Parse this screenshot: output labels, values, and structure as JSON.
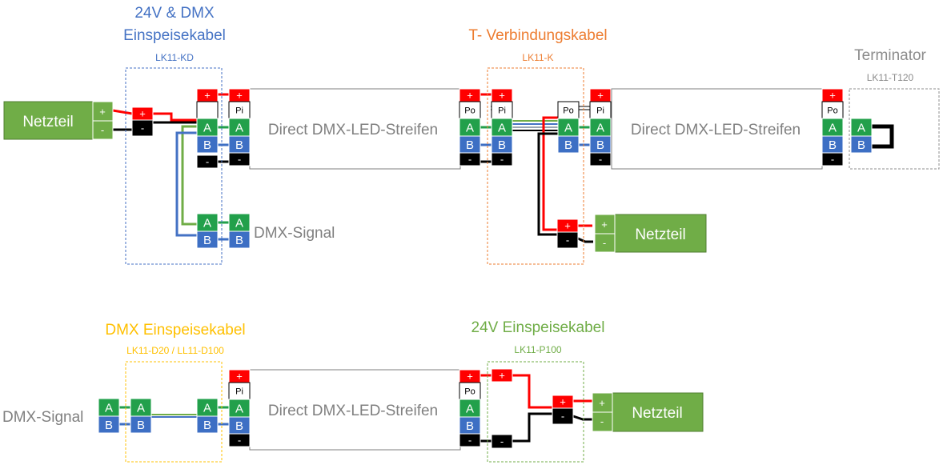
{
  "colors": {
    "plus": "#ff0000",
    "minus": "#000000",
    "a": "#22a04b",
    "b": "#3d6fc4",
    "psu": "#70ad47",
    "blue_title": "#4472c4",
    "orange_title": "#ed7d31",
    "yellow_title": "#ffc000",
    "green_title": "#70ad47",
    "grey": "#8c8c8c",
    "stripe_text": "#808080"
  },
  "labels": {
    "plus": "+",
    "minus": "-",
    "a": "A",
    "b": "B",
    "pi": "Pi",
    "po": "Po",
    "strip": "Direct DMX-LED-Streifen",
    "psu": "Netzteil",
    "dmx_signal": "DMX-Signal"
  },
  "top": {
    "feed_title_line1": "24V & DMX",
    "feed_title_line2": "Einspeisekabel",
    "feed_code": "LK11-KD",
    "t_title": "T- Verbindungskabel",
    "t_code": "LK11-K",
    "term_title": "Terminator",
    "term_code": "LK11-T120"
  },
  "bottom": {
    "dmx_title": "DMX Einspeisekabel",
    "dmx_code": "LK11-D20 / LL11-D100",
    "p_title": "24V Einspeisekabel",
    "p_code": "LK11-P100"
  }
}
